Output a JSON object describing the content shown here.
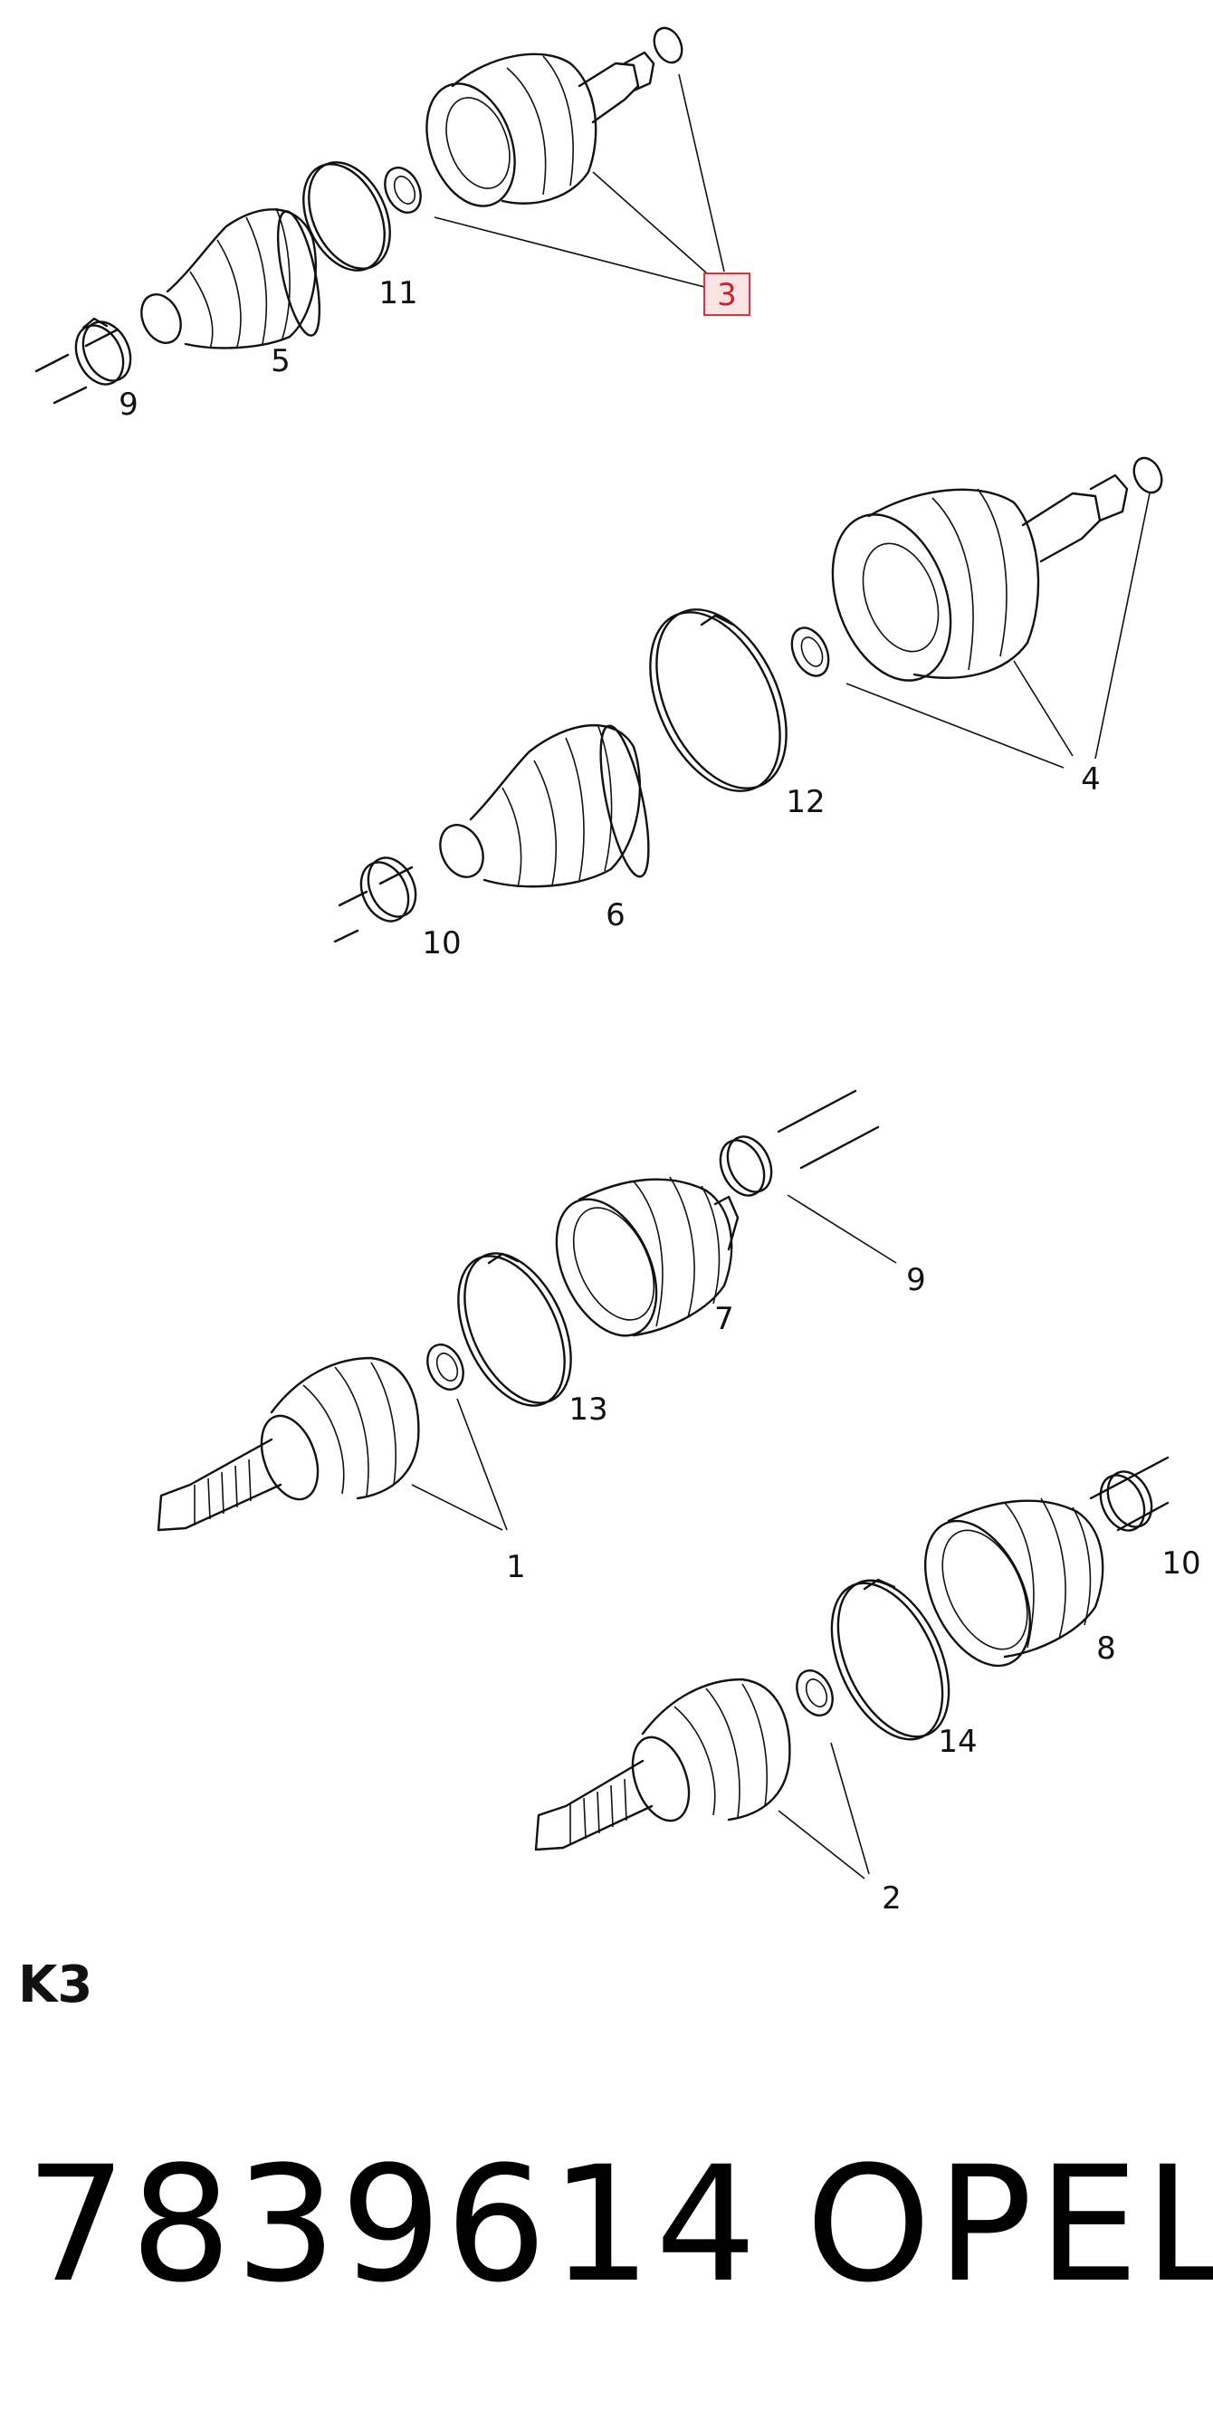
{
  "callouts": [
    {
      "id": "1",
      "label": "1"
    },
    {
      "id": "2",
      "label": "2"
    },
    {
      "id": "3",
      "label": "3",
      "highlighted": true
    },
    {
      "id": "4",
      "label": "4"
    },
    {
      "id": "5",
      "label": "5"
    },
    {
      "id": "6",
      "label": "6"
    },
    {
      "id": "7",
      "label": "7"
    },
    {
      "id": "8",
      "label": "8"
    },
    {
      "id": "9a",
      "label": "9"
    },
    {
      "id": "9b",
      "label": "9"
    },
    {
      "id": "10a",
      "label": "10"
    },
    {
      "id": "10b",
      "label": "10"
    },
    {
      "id": "11",
      "label": "11"
    },
    {
      "id": "12",
      "label": "12"
    },
    {
      "id": "13",
      "label": "13"
    },
    {
      "id": "14",
      "label": "14"
    }
  ],
  "group_code": "K3",
  "part_number": "7839614",
  "brand": "OPEL",
  "colors": {
    "highlight_stroke": "#d9343a",
    "highlight_fill": "#fbe3e3",
    "line": "#111111"
  }
}
